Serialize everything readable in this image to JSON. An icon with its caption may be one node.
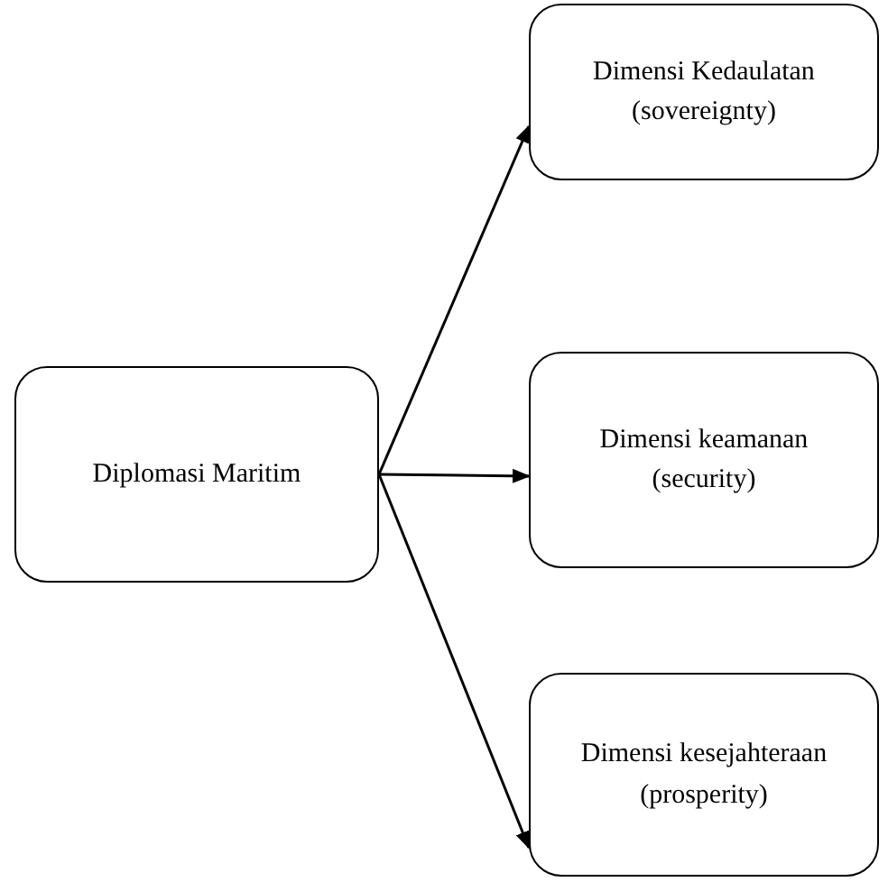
{
  "diagram": {
    "nodes": [
      {
        "text": [
          "Diplomasi Maritim"
        ]
      },
      {
        "text": [
          "Dimensi Kedaulatan (sovereignty)"
        ]
      },
      {
        "text": [
          "Dimensi keamanan (security)"
        ]
      },
      {
        "text": [
          "Dimensi kesejahteraan (prosperity)"
        ]
      }
    ],
    "edges": [
      {
        "from": 0,
        "to": 1,
        "arrow": "to"
      },
      {
        "from": 0,
        "to": 2,
        "arrow": "to"
      },
      {
        "from": 0,
        "to": 3,
        "arrow": "to"
      }
    ]
  }
}
